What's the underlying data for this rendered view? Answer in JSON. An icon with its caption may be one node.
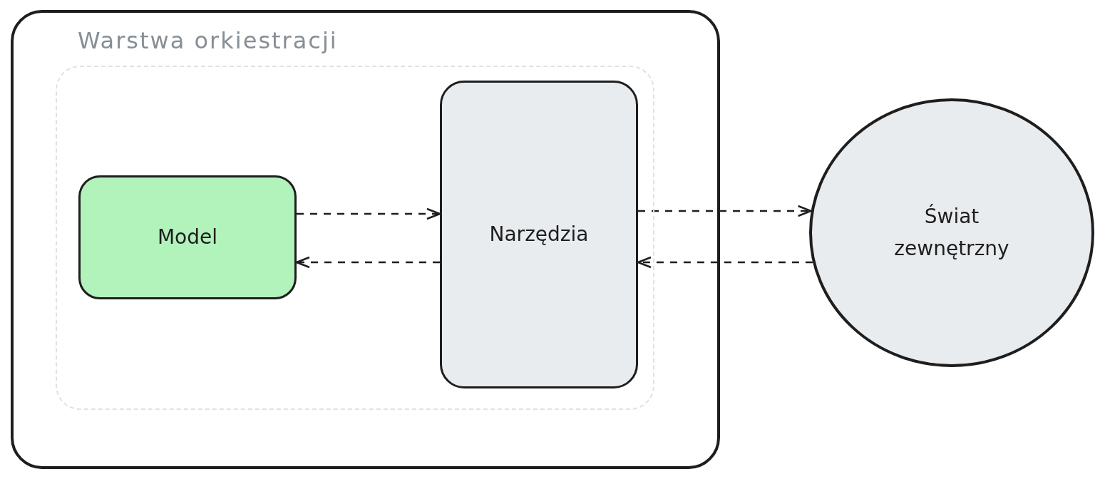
{
  "diagram": {
    "nodes": [
      {
        "text": [
          "Warstwa orkiestracji"
        ]
      },
      {
        "text": [],
        "shape": "box",
        "in": 0
      },
      {
        "text": [
          "Model"
        ],
        "in": 1
      },
      {
        "text": [
          "Narzędzia"
        ],
        "in": 1
      },
      {
        "text": [
          "Świat zewnętrzny"
        ]
      }
    ],
    "edges": [
      {
        "from": 2,
        "to": 3,
        "arrow": "to",
        "style": "dashed"
      },
      {
        "from": 3,
        "to": 2,
        "arrow": "to",
        "style": "dashed"
      },
      {
        "from": 3,
        "to": 4,
        "arrow": "to",
        "style": "dashed"
      },
      {
        "from": 4,
        "to": 3,
        "arrow": "to",
        "style": "dashed"
      }
    ]
  }
}
